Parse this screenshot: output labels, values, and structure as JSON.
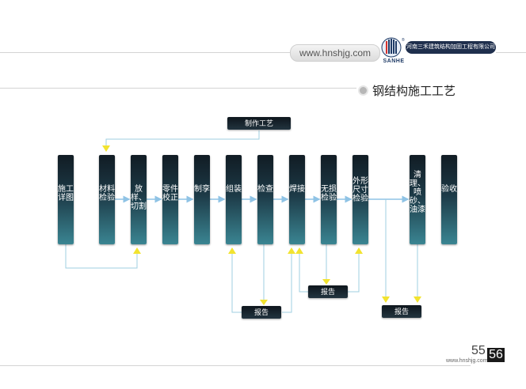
{
  "header": {
    "url": "www.hnshjg.com",
    "logo_text": "SANHE",
    "company": "河南三禾建筑结构加固工程有限公司"
  },
  "section_title": "钢结构施工工艺",
  "diagram": {
    "top_box": "制作工艺",
    "steps": [
      "施工详图",
      "材料检验",
      "放样、切割",
      "零件校正",
      "制孪",
      "组装",
      "检查",
      "焊接",
      "无损检验",
      "外形尺寸检验",
      "清理、喷砂、油漆",
      "验收"
    ],
    "reports": [
      "报告",
      "报告",
      "报告"
    ]
  },
  "footer": {
    "page_left": "55",
    "page_right": "56",
    "url": "www.hnshjg.com"
  },
  "colors": {
    "arrow_blue": "#8fc3e5",
    "arrow_yellow": "#f2e330",
    "box_bottom": "#3a8592"
  }
}
